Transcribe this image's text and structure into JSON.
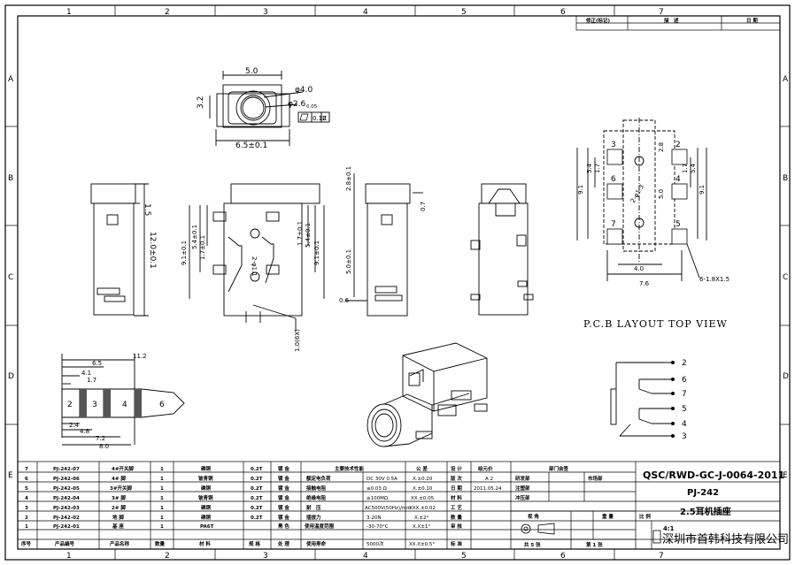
{
  "frame": {
    "col_labels": [
      "1",
      "2",
      "3",
      "4",
      "5",
      "6",
      "7"
    ],
    "row_labels": [
      "A",
      "B",
      "C",
      "D",
      "E"
    ]
  },
  "revision": {
    "headers": [
      "修正(标记)",
      "描　述",
      "日 期"
    ]
  },
  "top_view": {
    "dim_width": "5.0",
    "dim_height": "3.2",
    "dim_dia1": "φ4.0",
    "dim_dia2": "φ2.6",
    "dim_dia2_tol": "0.05",
    "flatness": "0.10",
    "flatness_ref": "Z",
    "dim_base": "6.5±0.1"
  },
  "side_view_1": {
    "dim_a": "1.5",
    "dim_b": "12.0±0.1"
  },
  "front_view": {
    "left_dims": [
      "9.1±0.1",
      "5.4±0.1",
      "1.7±0.1"
    ],
    "hole": "2-φ1.1",
    "right_dims": [
      "1.7±0.1",
      "5.4±0.1",
      "9.1±0.1"
    ],
    "pin": "1.0(6X)"
  },
  "side_view_2": {
    "dim_top": "2.8±0.1",
    "dim_mid": "5.0±0.1",
    "dim_right": "0.7",
    "dim_bottom": "0.6"
  },
  "pcb": {
    "pins": [
      "3",
      "2",
      "6",
      "4",
      "7",
      "5"
    ],
    "left_dims": [
      "9.1",
      "5.4",
      "1.7"
    ],
    "right_dims": [
      "1.7",
      "5.4",
      "9.1"
    ],
    "center_dims": [
      "2.8",
      "2-φ1.3",
      "5.0"
    ],
    "dim_inner": "4.0",
    "dim_outer": "7.6",
    "pad_note": "6-1.8X1.5",
    "caption": "P.C.B LAYOUT TOP VIEW"
  },
  "plug": {
    "dims": [
      "11.2",
      "6.5",
      "4.1",
      "1.7",
      "2.4",
      "4.8",
      "7.2",
      "8.0"
    ],
    "segments": [
      "2",
      "3",
      "4",
      "6"
    ]
  },
  "schematic": {
    "pins": [
      "2",
      "6",
      "7",
      "5",
      "4",
      "3"
    ]
  },
  "bom": {
    "rows": [
      {
        "no": "7",
        "code": "PJ-242-07",
        "name": "4#开关脚",
        "qty": "1",
        "mat": "磷铜",
        "thk": "0.2T"
      },
      {
        "no": "6",
        "code": "PJ-242-06",
        "name": "4# 脚",
        "qty": "1",
        "mat": "铍青铜",
        "thk": "0.2T"
      },
      {
        "no": "5",
        "code": "PJ-242-05",
        "name": "3#开关脚",
        "qty": "1",
        "mat": "磷铜",
        "thk": "0.2T"
      },
      {
        "no": "4",
        "code": "PJ-242-04",
        "name": "3# 脚",
        "qty": "1",
        "mat": "铍青铜",
        "thk": "0.2T"
      },
      {
        "no": "3",
        "code": "PJ-242-03",
        "name": "2# 脚",
        "qty": "1",
        "mat": "磷铜",
        "thk": "0.2T"
      },
      {
        "no": "2",
        "code": "PJ-242-02",
        "name": "地 脚",
        "qty": "1",
        "mat": "磷铜",
        "thk": "0.2T"
      },
      {
        "no": "1",
        "code": "PJ-242-01",
        "name": "基 座",
        "qty": "1",
        "mat": "PA6T",
        "thk": ""
      }
    ],
    "finish": [
      "镀 金",
      "镀 金",
      "镀 金",
      "镀 金",
      "镀 金",
      "镀 金",
      "黑 色"
    ],
    "header": {
      "no": "序号",
      "code": "产品编号",
      "name": "产品名称",
      "qty": "数量",
      "mat": "材 料",
      "thk": "规 格",
      "finish": "处 理"
    },
    "specs": [
      {
        "label": "主要技术性能",
        "value": ""
      },
      {
        "label": "额定电负荷",
        "value": "DC 30V 0.5A"
      },
      {
        "label": "接触电阻",
        "value": "≤0.03 Ω"
      },
      {
        "label": "绝缘电阻",
        "value": "≥100MΩ"
      },
      {
        "label": "耐　压",
        "value": "AC500V(50Hz)/min"
      },
      {
        "label": "插拔力",
        "value": "3-20N"
      },
      {
        "label": "使用温度范围",
        "value": "-30-70°C"
      },
      {
        "label": "使用寿命",
        "value": "5000次"
      }
    ],
    "tolerances": [
      {
        "label": "公 差",
        "value": ""
      },
      {
        "label": "X.±0.20",
        "value": ""
      },
      {
        "label": "X.±0.10",
        "value": ""
      },
      {
        "label": "XX.±0.05",
        "value": ""
      },
      {
        "label": "XXX.±0.02",
        "value": ""
      },
      {
        "label": "X.±2°",
        "value": ""
      },
      {
        "label": "X.X±1°",
        "value": ""
      },
      {
        "label": "XX.X±0.5°",
        "value": ""
      }
    ],
    "design": {
      "labels": [
        "设 计",
        "版 次",
        "日 期",
        "材 料",
        "工 艺",
        "数 量",
        "审 核",
        "标 准"
      ],
      "values": [
        "",
        "A 2",
        "2011.05.24",
        "",
        "",
        "",
        "",
        ""
      ]
    },
    "dept_header": "部门会签",
    "dept_header2": "绘元价",
    "depts": [
      "研发部",
      "注塑部",
      "冲压部"
    ],
    "dept2": "市场部"
  },
  "title_block": {
    "drawing_no": "QSC/RWD-GC-J-0064-2011",
    "model": "PJ-242",
    "name": "2.5耳机插座",
    "angle": "视 角",
    "weight": "重 量",
    "scale_label": "比 例",
    "scale": "4:1",
    "sheets": "共 5 张",
    "sheet": "第 1 张",
    "company": "深圳市首韩科技有限公司"
  }
}
